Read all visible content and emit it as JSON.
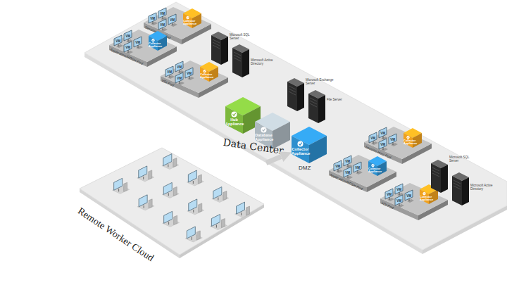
{
  "diagram": {
    "nodes": [
      {
        "text": [
          "Data Center"
        ]
      },
      {
        "text": [
          "Session Host Pod"
        ],
        "in": 0
      },
      {
        "text": [
          "Collector Appliance"
        ],
        "in": 1
      },
      {
        "text": [
          "Application/RDSH Pod"
        ],
        "in": 0
      },
      {
        "text": [
          "Collector Appliance"
        ],
        "in": 3
      },
      {
        "text": [
          "VDI Pod"
        ],
        "in": 0
      },
      {
        "text": [
          "Collector Appliance"
        ],
        "in": 5
      },
      {
        "text": [
          "Hub Appliance"
        ],
        "in": 0
      },
      {
        "text": [
          "Database Appliance"
        ],
        "in": 0
      },
      {
        "text": [
          "Collector Appliance"
        ],
        "in": 0
      },
      {
        "text": [
          "Session Host Pod"
        ],
        "in": 0
      },
      {
        "text": [
          "Collector Appliance"
        ],
        "in": 10
      },
      {
        "text": [
          "Application/RDSH Pod"
        ],
        "in": 0
      },
      {
        "text": [
          "Collector Appliance"
        ],
        "in": 12
      },
      {
        "text": [
          "VDI Pod"
        ],
        "in": 0
      },
      {
        "text": [
          "Collector Appliance"
        ],
        "in": 14
      },
      {
        "text": [
          "Remote Worker Cloud"
        ]
      }
    ],
    "edges": [
      {
        "from": 16,
        "to": 9,
        "arrow": "to"
      }
    ],
    "labels": [
      "VM",
      "VM",
      "VM",
      "VM",
      "VM",
      "VM",
      "VM",
      "VM",
      "VM",
      "VM",
      "VM",
      "VM",
      "VM",
      "VM",
      "VM",
      "VM",
      "VM",
      "VM",
      "VM",
      "VM",
      "VM",
      "VM",
      "VM",
      "VM",
      "Microsoft SQL Server",
      "Microsoft Active Directory",
      "Microsoft Exchange Server",
      "File Server",
      "Microsoft SQL Server",
      "Microsoft Active Directory",
      "DMZ"
    ]
  }
}
